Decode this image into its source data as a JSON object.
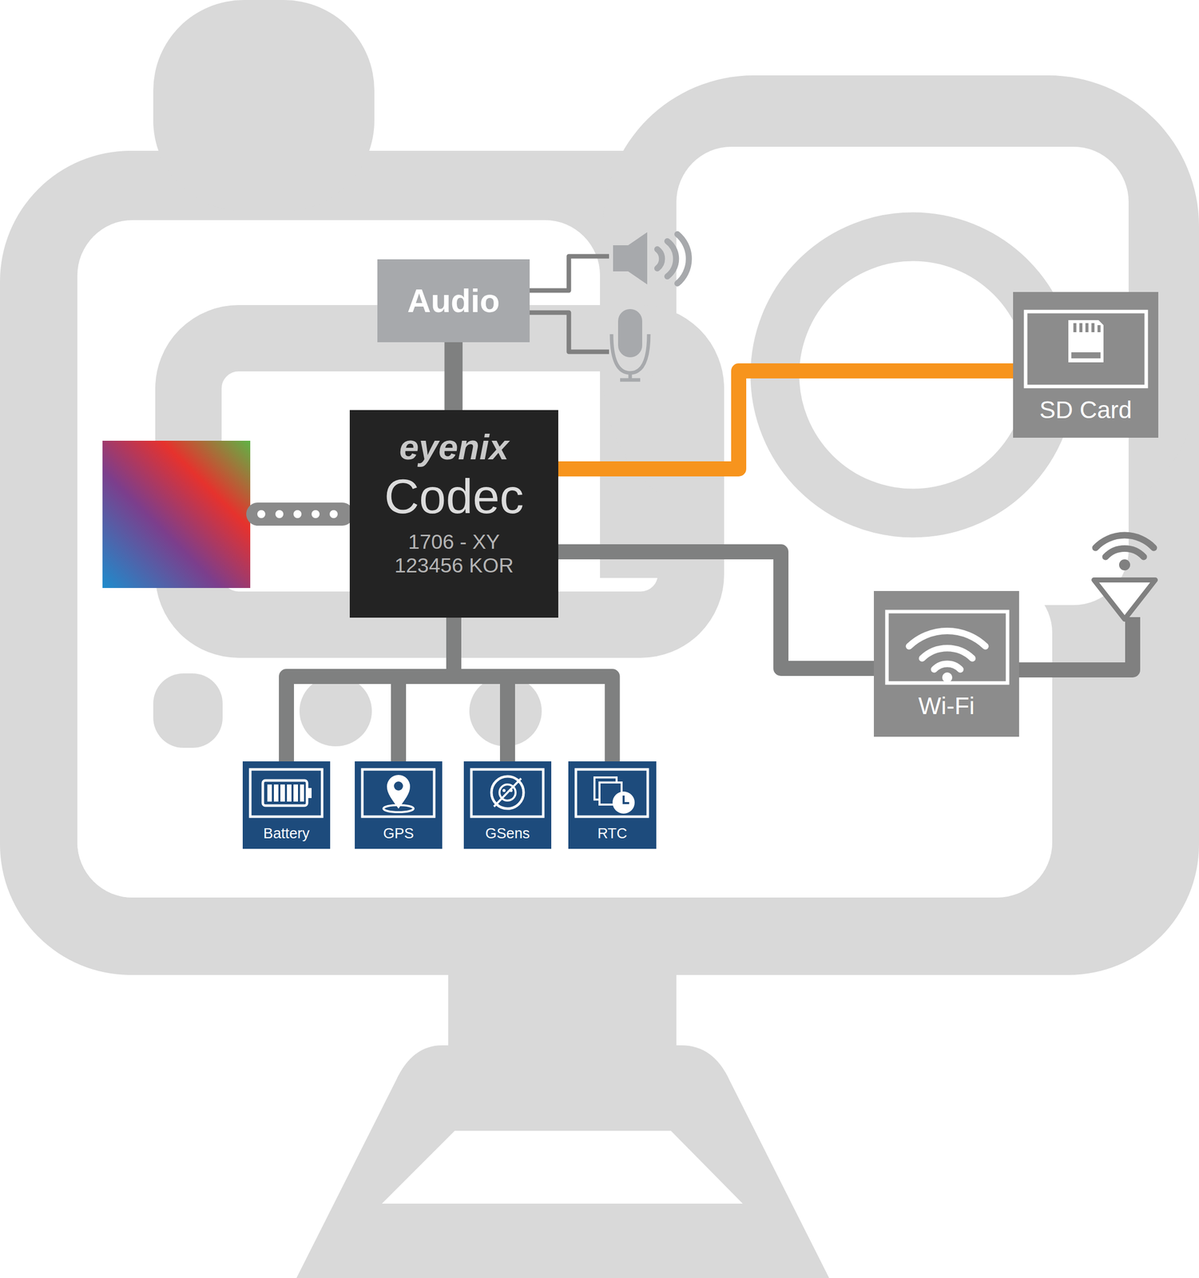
{
  "diagram": {
    "nodes": [
      {
        "text": [
          "Audio"
        ]
      },
      {
        "text": [
          "SD Card"
        ]
      },
      {
        "text": [
          "eyenix",
          "Codec",
          "1706 - XY 123456 KOR"
        ]
      },
      {
        "text": [
          "Wi-Fi"
        ]
      },
      {
        "text": [
          "Battery"
        ]
      },
      {
        "text": [
          "GPS"
        ]
      },
      {
        "text": [
          "GSens"
        ]
      },
      {
        "text": [
          "RTC"
        ]
      }
    ],
    "edges": [
      {
        "from": 0,
        "to": 2,
        "arrow": "none"
      },
      {
        "from": 2,
        "to": 1,
        "arrow": "none"
      },
      {
        "from": 2,
        "to": 3,
        "arrow": "none"
      },
      {
        "from": 2,
        "to": 4,
        "arrow": "none"
      },
      {
        "from": 2,
        "to": 5,
        "arrow": "none"
      },
      {
        "from": 2,
        "to": 6,
        "arrow": "none"
      },
      {
        "from": 2,
        "to": 7,
        "arrow": "none"
      }
    ]
  }
}
